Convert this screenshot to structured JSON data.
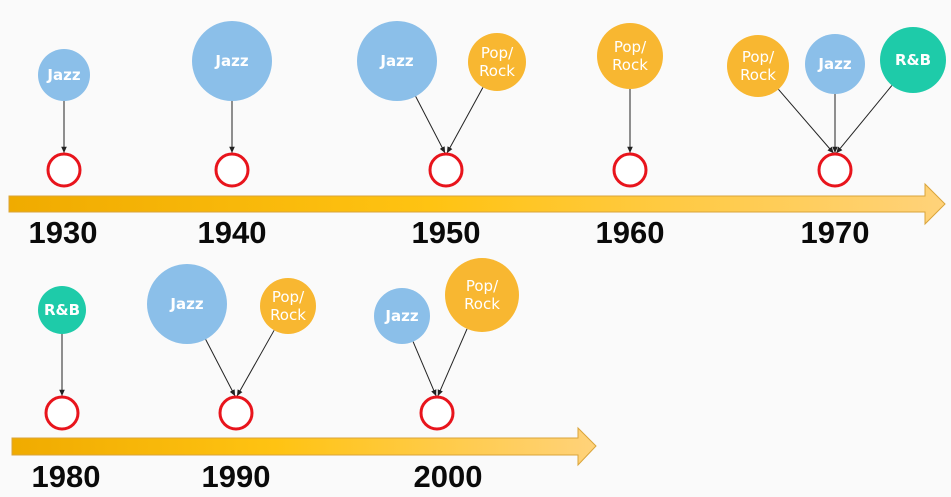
{
  "colors": {
    "jazz": "#8bbfe9",
    "pop_rock": "#f8b731",
    "rnb": "#1ecba9",
    "marker": "#e8141c",
    "arrow_start": "#f0ab00",
    "arrow_mid": "#ffc312",
    "arrow_end": "#ffd27a",
    "connector": "#222222"
  },
  "genres": {
    "jazz": {
      "label_lines": [
        "Jazz"
      ],
      "color_key": "jazz"
    },
    "pop_rock": {
      "label_lines": [
        "Pop/",
        "Rock"
      ],
      "color_key": "pop_rock"
    },
    "rnb": {
      "label_lines": [
        "R&B"
      ],
      "color_key": "rnb"
    }
  },
  "timelines": [
    {
      "decades": [
        {
          "year": "1930",
          "genres": [
            "jazz"
          ]
        },
        {
          "year": "1940",
          "genres": [
            "jazz"
          ]
        },
        {
          "year": "1950",
          "genres": [
            "jazz",
            "pop_rock"
          ]
        },
        {
          "year": "1960",
          "genres": [
            "pop_rock"
          ]
        },
        {
          "year": "1970",
          "genres": [
            "pop_rock",
            "jazz",
            "rnb"
          ]
        }
      ]
    },
    {
      "decades": [
        {
          "year": "1980",
          "genres": [
            "rnb"
          ]
        },
        {
          "year": "1990",
          "genres": [
            "jazz",
            "pop_rock"
          ]
        },
        {
          "year": "2000",
          "genres": [
            "jazz",
            "pop_rock"
          ]
        }
      ]
    }
  ]
}
